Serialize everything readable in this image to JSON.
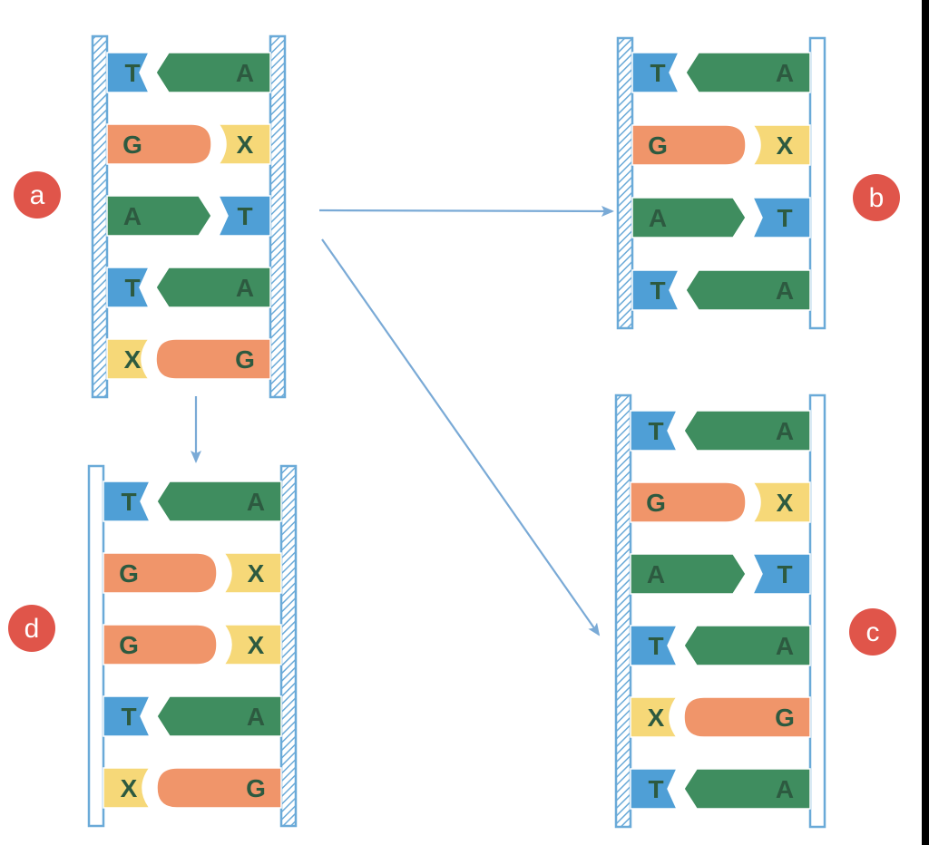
{
  "colors": {
    "A": "#3f8d5f",
    "T": "#4f9fd6",
    "G": "#f0956a",
    "X": "#f6d878",
    "backbone": "#6aaad8",
    "arrow": "#7aaad6",
    "label_circle": "#e0554a",
    "letter": "#2d5a40"
  },
  "panels": [
    {
      "id": "a",
      "label": "a",
      "left_strand": "hatched",
      "right_strand": "hatched",
      "pairs": [
        {
          "left": "T",
          "right": "A"
        },
        {
          "left": "G",
          "right": "X"
        },
        {
          "left": "A",
          "right": "T"
        },
        {
          "left": "T",
          "right": "A"
        },
        {
          "left": "X",
          "right": "G"
        }
      ]
    },
    {
      "id": "b",
      "label": "b",
      "left_strand": "hatched",
      "right_strand": "plain",
      "pairs": [
        {
          "left": "T",
          "right": "A"
        },
        {
          "left": "G",
          "right": "X"
        },
        {
          "left": "A",
          "right": "T"
        },
        {
          "left": "T",
          "right": "A"
        }
      ]
    },
    {
      "id": "c",
      "label": "c",
      "left_strand": "hatched",
      "right_strand": "plain",
      "pairs": [
        {
          "left": "T",
          "right": "A"
        },
        {
          "left": "G",
          "right": "X"
        },
        {
          "left": "A",
          "right": "T"
        },
        {
          "left": "T",
          "right": "A"
        },
        {
          "left": "X",
          "right": "G"
        },
        {
          "left": "T",
          "right": "A"
        }
      ]
    },
    {
      "id": "d",
      "label": "d",
      "left_strand": "plain",
      "right_strand": "hatched",
      "pairs": [
        {
          "left": "T",
          "right": "A"
        },
        {
          "left": "G",
          "right": "X"
        },
        {
          "left": "G",
          "right": "X"
        },
        {
          "left": "T",
          "right": "A"
        },
        {
          "left": "X",
          "right": "G"
        }
      ]
    }
  ],
  "arrows": [
    {
      "from": "a",
      "to": "b"
    },
    {
      "from": "a",
      "to": "c"
    },
    {
      "from": "a",
      "to": "d"
    }
  ]
}
